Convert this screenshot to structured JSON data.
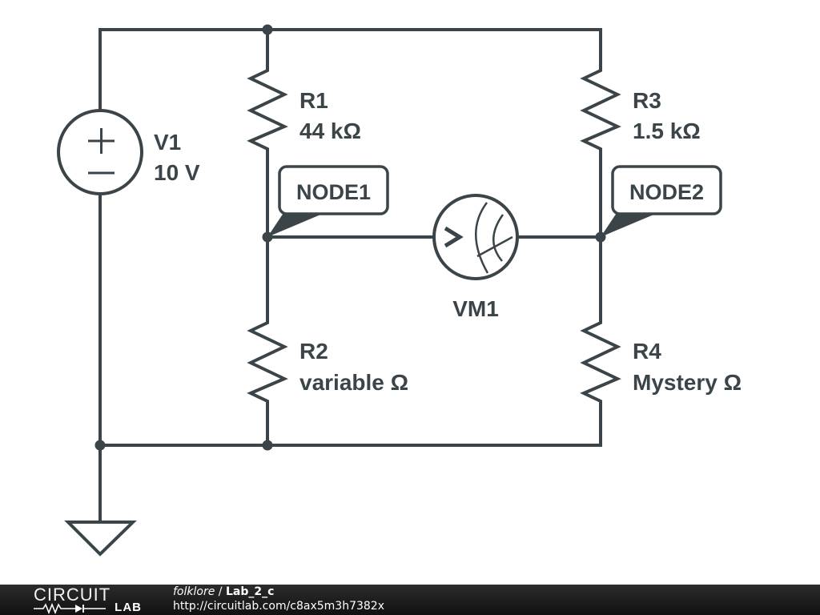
{
  "schematic": {
    "components": {
      "V1": {
        "name": "V1",
        "value": "10 V",
        "type": "voltage-source"
      },
      "R1": {
        "name": "R1",
        "value": "44 kΩ",
        "type": "resistor"
      },
      "R2": {
        "name": "R2",
        "value": "variable Ω",
        "type": "resistor"
      },
      "R3": {
        "name": "R3",
        "value": "1.5 kΩ",
        "type": "resistor"
      },
      "R4": {
        "name": "R4",
        "value": "Mystery Ω",
        "type": "resistor"
      },
      "VM1": {
        "name": "VM1",
        "type": "voltmeter"
      }
    },
    "nodes": {
      "node1": "NODE1",
      "node2": "NODE2"
    },
    "ground": {
      "icon": "ground-icon"
    }
  },
  "footer": {
    "logo_top": "CIRCUIT",
    "logo_bottom": "LAB",
    "owner": "folklore",
    "separator": " / ",
    "project": "Lab_2_c",
    "url": "http://circuitlab.com/c8ax5m3h7382x"
  }
}
